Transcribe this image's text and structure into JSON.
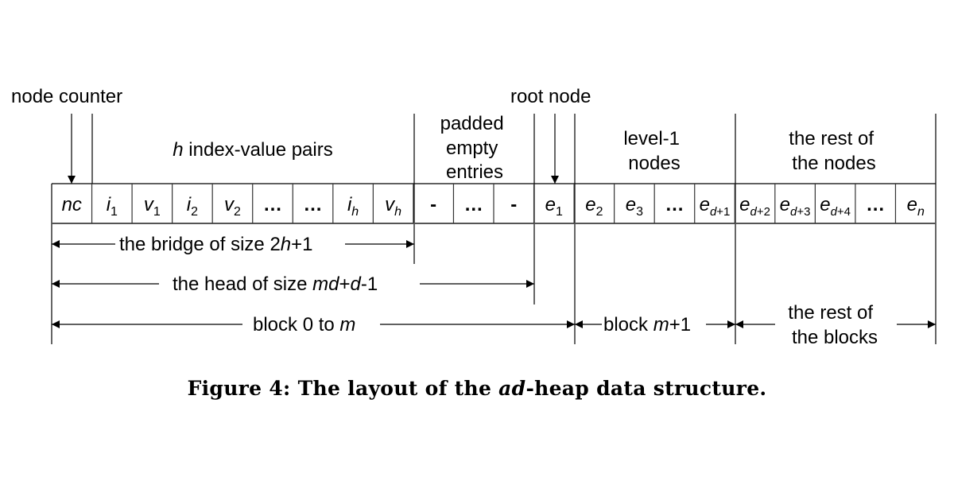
{
  "diagram": {
    "top_labels": {
      "node_counter": "node counter",
      "root_node": "root node"
    },
    "group_labels": {
      "index_value_pairs": {
        "var": "h",
        "text": " index-value pairs"
      },
      "padded_empty": [
        "padded",
        "empty",
        "entries"
      ],
      "level1_nodes": [
        "level-1",
        "nodes"
      ],
      "rest_of_nodes": [
        "the rest of",
        "the nodes"
      ]
    },
    "cells": [
      {
        "base": "nc",
        "sub": ""
      },
      {
        "base": "i",
        "sub": "1"
      },
      {
        "base": "v",
        "sub": "1"
      },
      {
        "base": "i",
        "sub": "2"
      },
      {
        "base": "v",
        "sub": "2"
      },
      {
        "base": "...",
        "sub": "",
        "plain": true
      },
      {
        "base": "...",
        "sub": "",
        "plain": true
      },
      {
        "base": "i",
        "sub": "h",
        "subItalic": true
      },
      {
        "base": "v",
        "sub": "h",
        "subItalic": true
      },
      {
        "base": "-",
        "sub": "",
        "plain": true
      },
      {
        "base": "...",
        "sub": "",
        "plain": true
      },
      {
        "base": "-",
        "sub": "",
        "plain": true
      },
      {
        "base": "e",
        "sub": "1"
      },
      {
        "base": "e",
        "sub": "2"
      },
      {
        "base": "e",
        "sub": "3"
      },
      {
        "base": "...",
        "sub": "",
        "plain": true
      },
      {
        "base": "e",
        "sub": "d+1",
        "subItalicFirst": true
      },
      {
        "base": "e",
        "sub": "d+2",
        "subItalicFirst": true
      },
      {
        "base": "e",
        "sub": "d+3",
        "subItalicFirst": true
      },
      {
        "base": "e",
        "sub": "d+4",
        "subItalicFirst": true
      },
      {
        "base": "...",
        "sub": "",
        "plain": true
      },
      {
        "base": "e",
        "sub": "n",
        "subItalic": true
      }
    ],
    "spans": {
      "bridge": {
        "pre": "the bridge of size 2",
        "var": "h",
        "post": "+1"
      },
      "head": {
        "pre": "the head of size ",
        "var1": "md",
        "mid": "+",
        "var2": "d",
        "post": "-1"
      },
      "block0": {
        "pre": "block 0 to ",
        "var": "m"
      },
      "block_m1": {
        "pre": "block ",
        "var": "m",
        "post": "+1"
      },
      "rest_blocks": [
        "the rest of",
        "the blocks"
      ]
    }
  },
  "caption": {
    "prefix": "Figure 4:  The layout of the ",
    "italic": "ad",
    "suffix": "-heap data structure."
  }
}
